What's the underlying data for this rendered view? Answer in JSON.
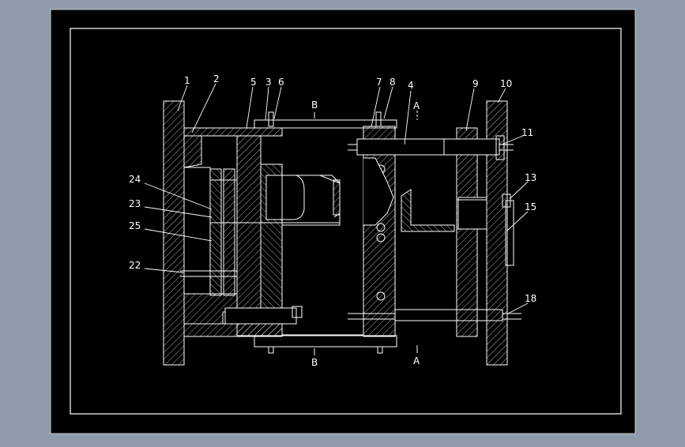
{
  "colors": {
    "background": "#8e9bab",
    "sheet": "#000000",
    "lines": "#ffffff"
  },
  "drawing": {
    "part_labels": [
      "1",
      "2",
      "5",
      "3",
      "6",
      "7",
      "8",
      "4",
      "9",
      "10",
      "11",
      "13",
      "15",
      "18",
      "24",
      "23",
      "25",
      "22"
    ],
    "section_labels": {
      "b_top": "B",
      "b_bottom": "B",
      "a_top": "A",
      "a_bottom": "A"
    }
  }
}
